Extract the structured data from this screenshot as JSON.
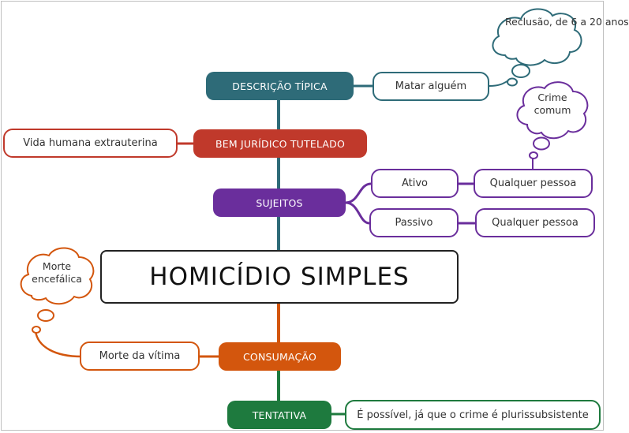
{
  "center": {
    "title": "HOMICÍDIO SIMPLES"
  },
  "colors": {
    "descricao": "#2e6b78",
    "bem": "#c0392b",
    "sujeitos": "#6a2e9c",
    "consumacao": "#d3560d",
    "tentativa": "#1e7a3e"
  },
  "branches": {
    "descricao": {
      "label": "DESCRIÇÃO TÍPICA",
      "leaf": "Matar alguém",
      "note": "Reclusão, de 6 a 20 anos"
    },
    "bem": {
      "label": "BEM JURÍDICO TUTELADO",
      "leaf": "Vida humana extrauterina"
    },
    "sujeitos": {
      "label": "SUJEITOS",
      "ativo": "Ativo",
      "ativo_leaf": "Qualquer pessoa",
      "passivo": "Passivo",
      "passivo_leaf": "Qualquer pessoa",
      "note": "Crime comum"
    },
    "consumacao": {
      "label": "CONSUMAÇÃO",
      "leaf": "Morte da vítima",
      "note": "Morte encefálica"
    },
    "tentativa": {
      "label": "TENTATIVA",
      "leaf": "É possível, já que o crime é plurissubsistente"
    }
  }
}
